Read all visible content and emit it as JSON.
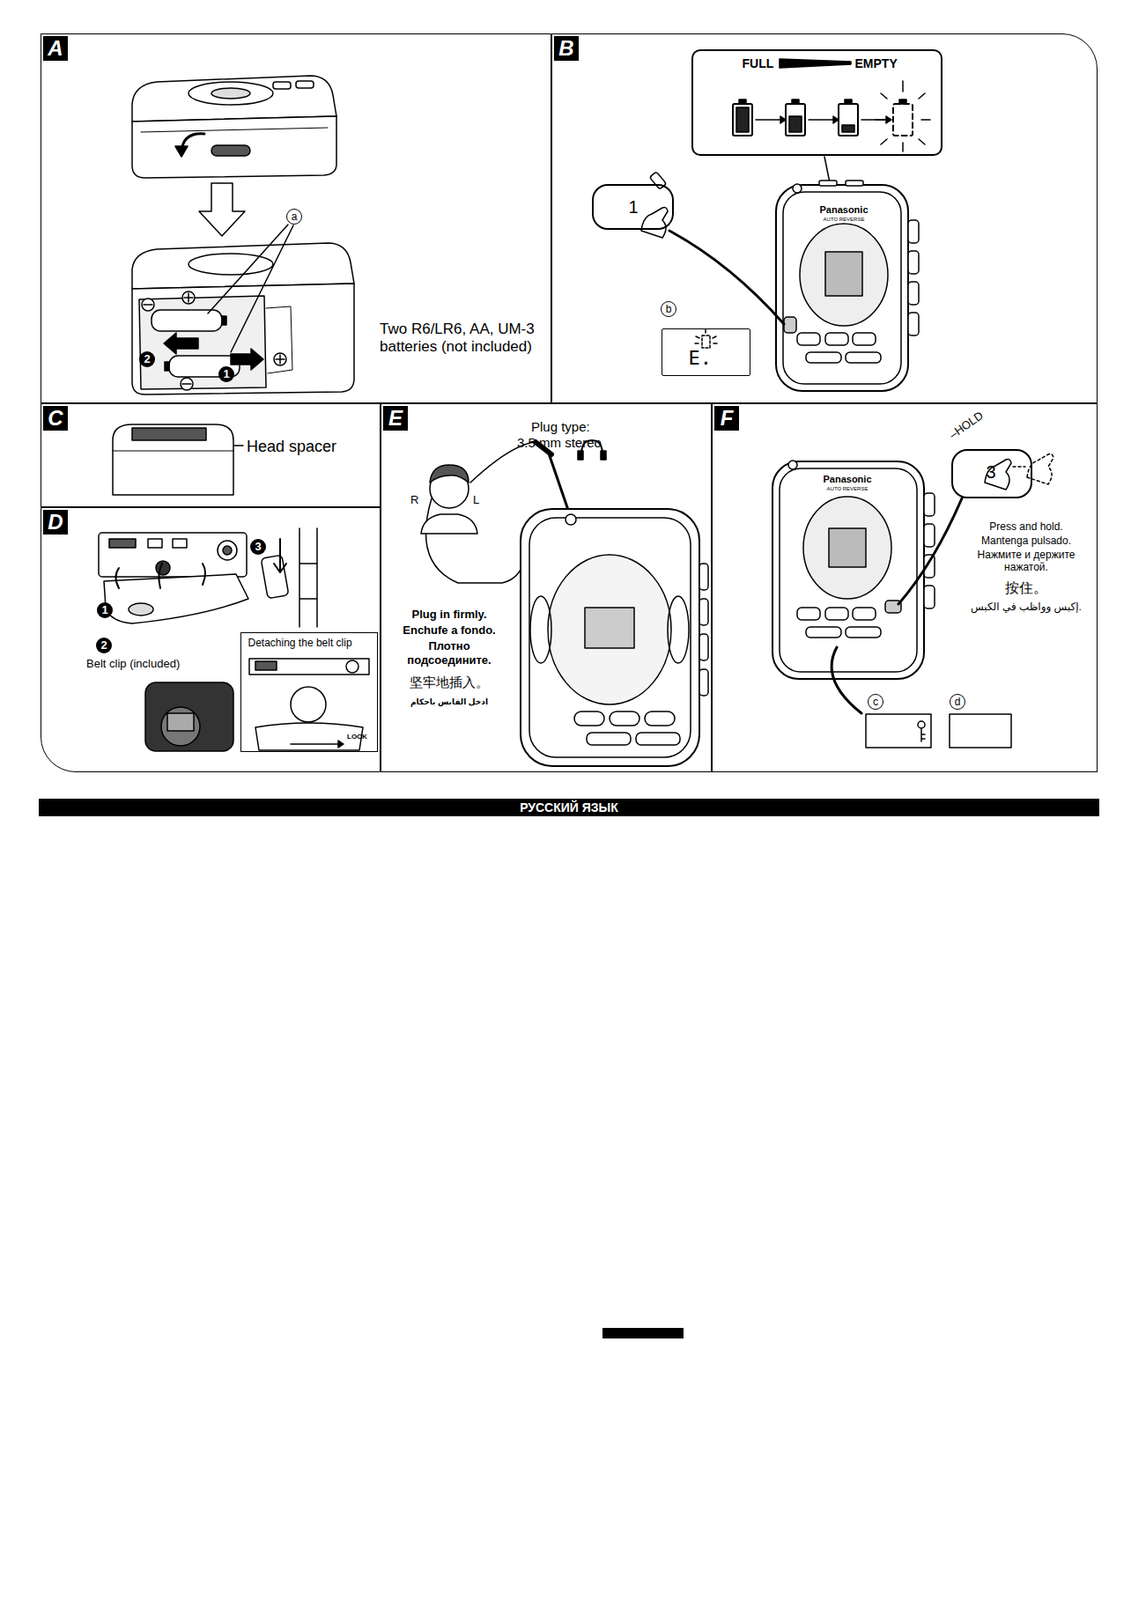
{
  "diagram": {
    "nodes": [
      {
        "text": [
          "A"
        ]
      },
      {
        "text": [
          "B"
        ]
      },
      {
        "text": [
          "FULL",
          "EMPTY"
        ],
        "in": 1
      },
      {
        "text": [
          "1"
        ],
        "in": 1
      },
      {
        "text": [
          "E."
        ],
        "in": 1
      },
      {
        "text": [
          "C"
        ]
      },
      {
        "text": [
          "D"
        ]
      },
      {
        "text": [
          "Detaching the belt clip"
        ],
        "in": 6
      },
      {
        "text": [
          "E"
        ]
      },
      {
        "text": [
          "F"
        ]
      },
      {
        "text": [
          "–HOLD",
          "3"
        ],
        "in": 9
      },
      {
        "text": [
          "РУССКИЙ ЯЗЫК"
        ]
      }
    ],
    "labels": [
      "a",
      "Two R6/LR6, AA, UM-3 batteries (not included)",
      "2",
      "1",
      "b",
      "Panasonic",
      "AUTO REVERSE",
      "Head spacer",
      "1",
      "2",
      "3",
      "Belt clip (included)",
      "LOCK",
      "Plug type:",
      "3.5 mm stereo",
      "R",
      "L",
      "Plug in firmly.",
      "Enchufe a fondo.",
      "Плотно подсоедините.",
      "坚牢地插入。",
      "ادخل القابس باحكام",
      "Panasonic",
      "AUTO REVERSE",
      "Press and hold.",
      "Mantenga pulsado.",
      "Нажмите и держите нажатой.",
      "按住。",
      "إكبس وواظب في الكبس.",
      "c",
      "d"
    ]
  }
}
